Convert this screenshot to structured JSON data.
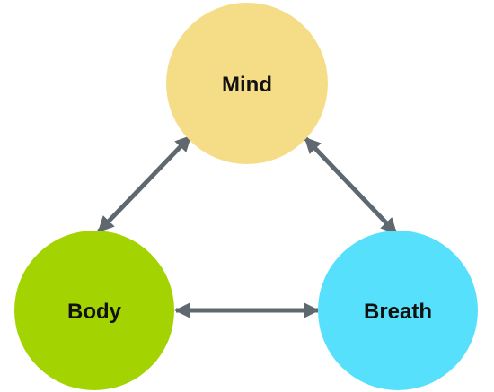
{
  "nodes": {
    "mind": {
      "label": "Mind",
      "color": "#F5DD87"
    },
    "body": {
      "label": "Body",
      "color": "#A3D300"
    },
    "breath": {
      "label": "Breath",
      "color": "#56E0FC"
    }
  },
  "edges": [
    {
      "from": "mind",
      "to": "body",
      "direction": "both"
    },
    {
      "from": "body",
      "to": "breath",
      "direction": "both"
    },
    {
      "from": "mind",
      "to": "breath",
      "direction": "both"
    }
  ],
  "arrow_color": "#5E686E"
}
